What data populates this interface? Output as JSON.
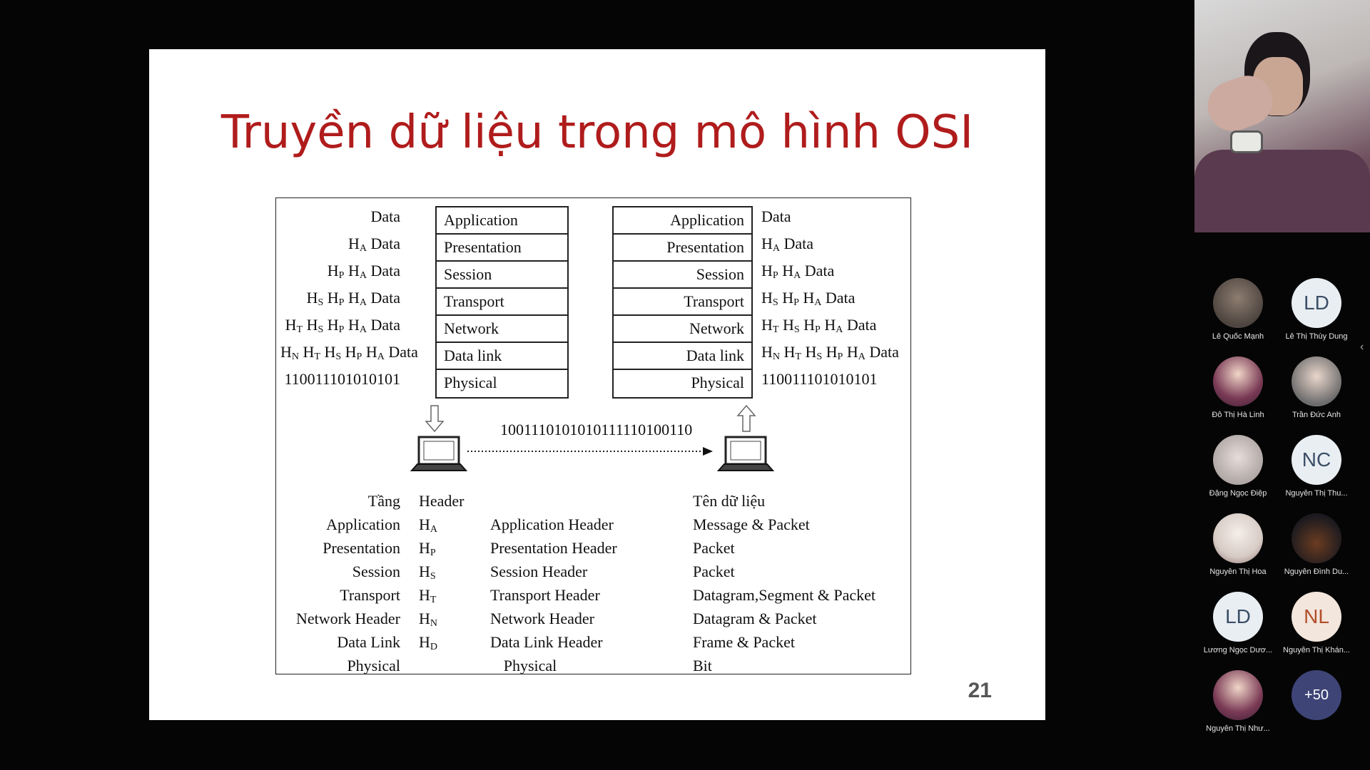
{
  "slide": {
    "title": "Truyền dữ liệu trong mô hình OSI",
    "page_number": "21",
    "left_stack": [
      "Application",
      "Presentation",
      "Session",
      "Transport",
      "Network",
      "Data link",
      "Physical"
    ],
    "right_stack": [
      "Application",
      "Presentation",
      "Session",
      "Transport",
      "Network",
      "Data link",
      "Physical"
    ],
    "headers": [
      {
        "H": [],
        "d": "Data"
      },
      {
        "H": [
          [
            "H",
            "A"
          ]
        ],
        "d": "Data"
      },
      {
        "H": [
          [
            "H",
            "P"
          ],
          [
            "H",
            "A"
          ]
        ],
        "d": "Data"
      },
      {
        "H": [
          [
            "H",
            "S"
          ],
          [
            "H",
            "P"
          ],
          [
            "H",
            "A"
          ]
        ],
        "d": "Data"
      },
      {
        "H": [
          [
            "H",
            "T"
          ],
          [
            "H",
            "S"
          ],
          [
            "H",
            "P"
          ],
          [
            "H",
            "A"
          ]
        ],
        "d": "Data"
      },
      {
        "H": [
          [
            "H",
            "N"
          ],
          [
            "H",
            "T"
          ],
          [
            "H",
            "S"
          ],
          [
            "H",
            "P"
          ],
          [
            "H",
            "A"
          ]
        ],
        "d": "Data"
      },
      {
        "H": [],
        "d": "110011101010101"
      }
    ],
    "bitstream": "1001110101010111110100110",
    "table": {
      "col_tang_header": "Tầng",
      "col_header_header": "Header",
      "col_name_header": "Tên dữ liệu",
      "rows": [
        {
          "layer": "Application",
          "h": "H",
          "hs": "A",
          "header": "Application Header",
          "name": "Message & Packet"
        },
        {
          "layer": "Presentation",
          "h": "H",
          "hs": "P",
          "header": "Presentation Header",
          "name": "Packet"
        },
        {
          "layer": "Session",
          "h": "H",
          "hs": "S",
          "header": "Session Header",
          "name": "Packet"
        },
        {
          "layer": "Transport",
          "h": "H",
          "hs": "T",
          "header": "Transport Header",
          "name": "Datagram,Segment & Packet"
        },
        {
          "layer": "Network Header",
          "h": "H",
          "hs": "N",
          "header": "Network Header",
          "name": "Datagram & Packet"
        },
        {
          "layer": "Data Link",
          "h": "H",
          "hs": "D",
          "header": "Data Link Header",
          "name": "Frame & Packet"
        },
        {
          "layer": "Physical",
          "h": "",
          "hs": "",
          "header": "Physical",
          "name": "Bit"
        }
      ]
    }
  },
  "participants": [
    {
      "name": "Lê Quốc Mạnh",
      "initials": "",
      "style": "pic"
    },
    {
      "name": "Lê Thị Thùy Dung",
      "initials": "LD",
      "style": ""
    },
    {
      "name": "Đỗ Thị Hà Linh",
      "initials": "",
      "style": "pic2"
    },
    {
      "name": "Trần Đức Anh",
      "initials": "",
      "style": "pic3"
    },
    {
      "name": "Đặng Ngọc Điệp",
      "initials": "",
      "style": "pic4"
    },
    {
      "name": "Nguyễn Thị Thu...",
      "initials": "NC",
      "style": ""
    },
    {
      "name": "Nguyễn Thị Hoa",
      "initials": "",
      "style": "pic6"
    },
    {
      "name": "Nguyễn Đình Du...",
      "initials": "",
      "style": "pic5"
    },
    {
      "name": "Lương Ngọc Dươ...",
      "initials": "LD",
      "style": ""
    },
    {
      "name": "Nguyễn Thị Khán...",
      "initials": "NL",
      "style": "nl"
    },
    {
      "name": "Nguyễn Thị Như...",
      "initials": "",
      "style": "pic2"
    },
    {
      "name": "",
      "initials": "+50",
      "style": "more"
    }
  ],
  "icons": {
    "collapse": "chevron-left-icon",
    "laptop": "laptop-icon",
    "arrow": "arrow-icon"
  }
}
